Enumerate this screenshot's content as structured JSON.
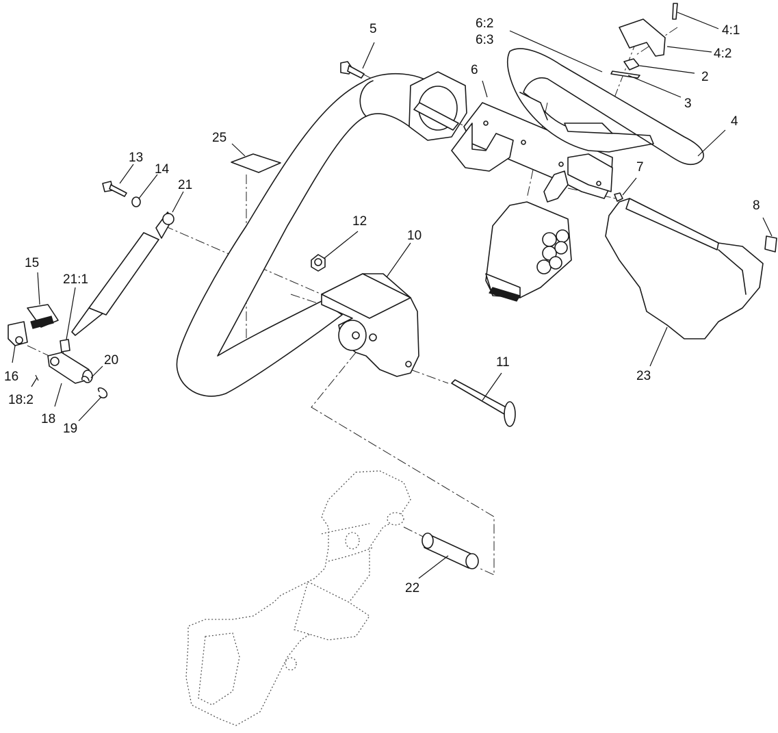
{
  "callouts": [
    {
      "id": "c-5",
      "text": "5"
    },
    {
      "id": "c-6-2",
      "text": "6:2"
    },
    {
      "id": "c-6-3",
      "text": "6:3"
    },
    {
      "id": "c-6",
      "text": "6"
    },
    {
      "id": "c-4-1",
      "text": "4:1"
    },
    {
      "id": "c-4-2",
      "text": "4:2"
    },
    {
      "id": "c-2",
      "text": "2"
    },
    {
      "id": "c-3",
      "text": "3"
    },
    {
      "id": "c-4",
      "text": "4"
    },
    {
      "id": "c-7",
      "text": "7"
    },
    {
      "id": "c-8",
      "text": "8"
    },
    {
      "id": "c-25",
      "text": "25"
    },
    {
      "id": "c-13",
      "text": "13"
    },
    {
      "id": "c-14",
      "text": "14"
    },
    {
      "id": "c-21",
      "text": "21"
    },
    {
      "id": "c-12",
      "text": "12"
    },
    {
      "id": "c-10",
      "text": "10"
    },
    {
      "id": "c-15",
      "text": "15"
    },
    {
      "id": "c-21-1",
      "text": "21:1"
    },
    {
      "id": "c-20",
      "text": "20"
    },
    {
      "id": "c-16",
      "text": "16"
    },
    {
      "id": "c-18-2",
      "text": "18:2"
    },
    {
      "id": "c-18",
      "text": "18"
    },
    {
      "id": "c-19",
      "text": "19"
    },
    {
      "id": "c-11",
      "text": "11"
    },
    {
      "id": "c-23",
      "text": "23"
    },
    {
      "id": "c-22",
      "text": "22"
    }
  ]
}
